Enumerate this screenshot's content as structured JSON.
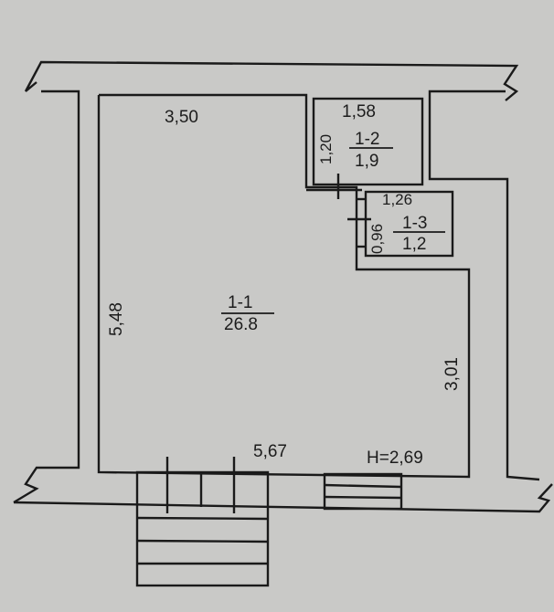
{
  "plan": {
    "height_label": "H=2,69",
    "rooms": [
      {
        "id": "1-1",
        "area": "26.8"
      },
      {
        "id": "1-2",
        "area": "1,9"
      },
      {
        "id": "1-3",
        "area": "1,2"
      }
    ],
    "dimensions": {
      "room1_top": "3,50",
      "room1_left": "5,48",
      "room1_bottom": "5,67",
      "room1_right": "3,01",
      "room2_width": "1,58",
      "room2_height": "1,20",
      "room3_width": "1,26",
      "room3_height": "0,96"
    }
  }
}
